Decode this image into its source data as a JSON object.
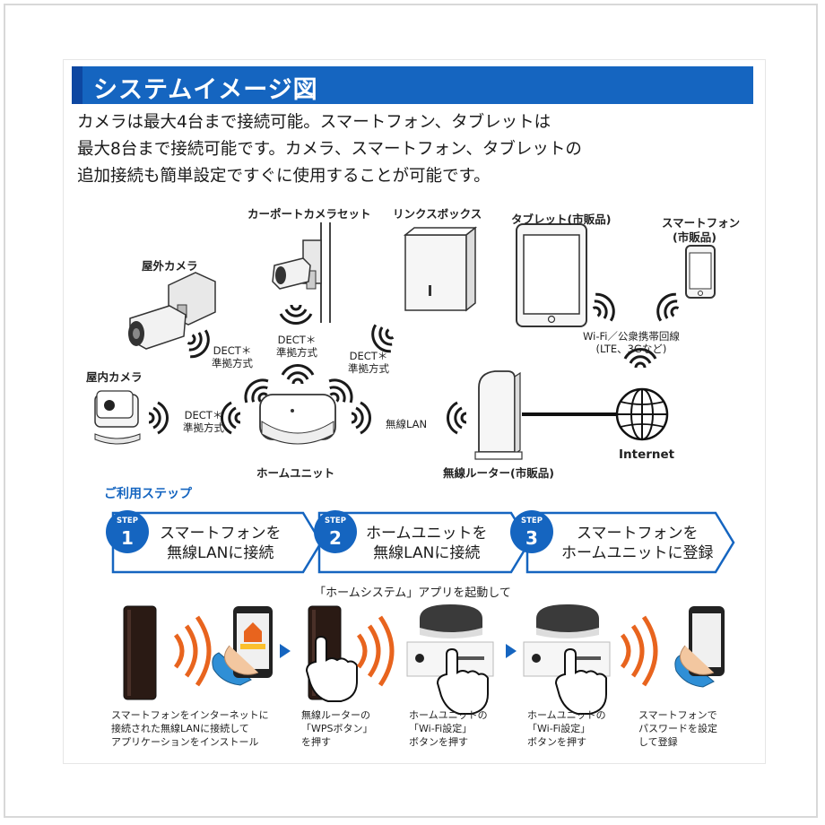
{
  "title": "システムイメージ図",
  "intro": [
    "カメラは最大4台まで接続可能。スマートフォン、タブレットは",
    "最大8台まで接続可能です。カメラ、スマートフォン、タブレットの",
    "追加接続も簡単設定ですぐに使用することが可能です。"
  ],
  "diagram": {
    "outdoor_camera": "屋外カメラ",
    "carport_camera_set": "カーポートカメラセット",
    "link_box": "リンクスボックス",
    "tablet": "タブレット(市販品)",
    "smartphone_1": "スマートフォン",
    "smartphone_2": "(市販品)",
    "indoor_camera": "屋内カメラ",
    "home_unit": "ホームユニット",
    "router": "無線ルーター(市販品)",
    "internet": "Internet",
    "wireless_lan": "無線LAN",
    "dect_1": "DECT＊",
    "dect_2": "準拠方式",
    "wifi_1": "Wi-Fi／公衆携帯回線",
    "wifi_2": "(LTE、3Gなど)"
  },
  "steps_title": "ご利用ステップ",
  "steps": [
    {
      "label": "STEP",
      "num": "1",
      "line1": "スマートフォンを",
      "line2": "無線LANに接続"
    },
    {
      "label": "STEP",
      "num": "2",
      "line1": "ホームユニットを",
      "line2": "無線LANに接続"
    },
    {
      "label": "STEP",
      "num": "3",
      "line1": "スマートフォンを",
      "line2": "ホームユニットに登録"
    }
  ],
  "launch_note": "「ホームシステム」アプリを起動して",
  "captions": [
    [
      "スマートフォンをインターネットに",
      "接続された無線LANに接続して",
      "アプリケーションをインストール"
    ],
    [
      "無線ルーターの",
      "「WPSボタン」",
      "を押す"
    ],
    [
      "ホームユニットの",
      "「Wi-Fi設定」",
      "ボタンを押す"
    ],
    [
      "ホームユニットの",
      "「Wi-Fi設定」",
      "ボタンを押す"
    ],
    [
      "スマートフォンで",
      "パスワードを設定",
      "して登録"
    ]
  ],
  "colors": {
    "accent": "#1565c0",
    "wave_blue": "#1a1a1a",
    "wave_orange": "#e8641e"
  }
}
